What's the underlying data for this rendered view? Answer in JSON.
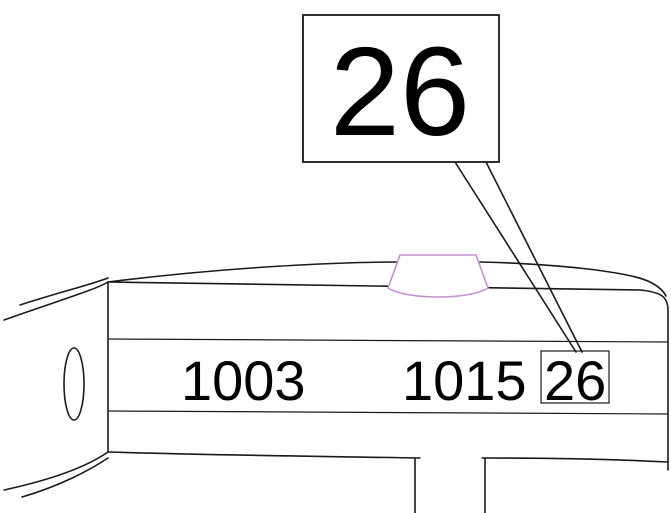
{
  "callout": {
    "magnified_digits": "26"
  },
  "tablet_imprint": {
    "left_number": "1003",
    "right_number_prefix": "1015",
    "right_number_highlight": "26"
  },
  "colors": {
    "outline": "#1a1a1a",
    "clip_accent": "#c48fd1",
    "background": "#ffffff"
  }
}
